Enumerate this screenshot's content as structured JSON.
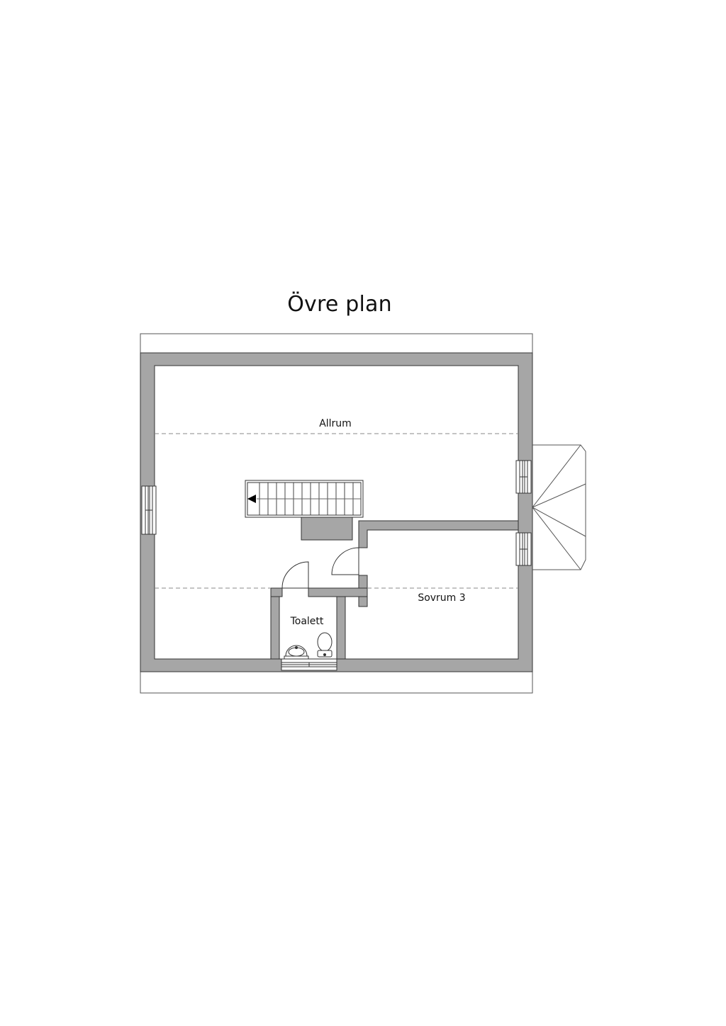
{
  "plan": {
    "title": "Övre plan",
    "rooms": {
      "allrum": "Allrum",
      "sovrum": "Sovrum 3",
      "toalett": "Toalett"
    }
  },
  "colors": {
    "wall": "#a6a6a6",
    "line": "#222222",
    "dashed": "#8a8a8a",
    "background": "#ffffff"
  },
  "icons": [
    "staircase-icon",
    "stair-direction-arrow-icon",
    "sink-icon",
    "toilet-icon",
    "door-swing-icon",
    "window-icon"
  ]
}
